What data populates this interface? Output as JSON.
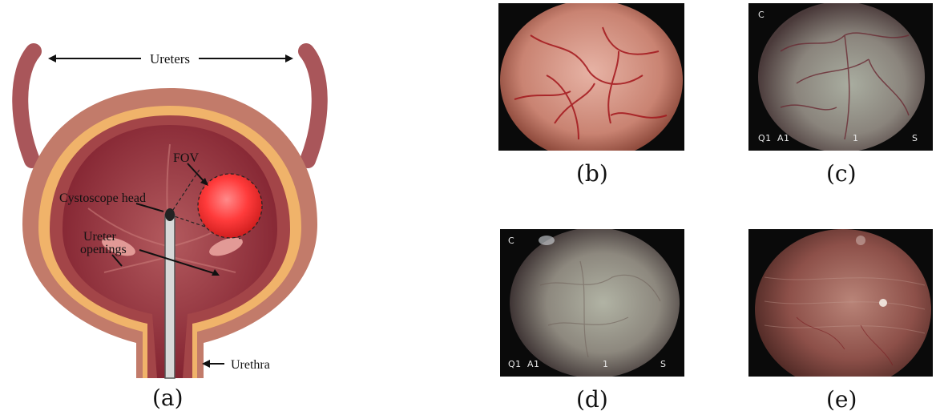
{
  "diagram": {
    "labels": {
      "ureters": "Ureters",
      "fov": "FOV",
      "cystoscope_head": "Cystoscope head",
      "ureter_openings_line1": "Ureter",
      "ureter_openings_line2": "openings",
      "urethra": "Urethra"
    },
    "colors": {
      "bladder_outer": "#c27b6a",
      "bladder_wall": "#f0b36a",
      "bladder_inner": "#8d2633",
      "fov": "#ff3b3b"
    }
  },
  "captions": {
    "a": "(a)",
    "b": "(b)",
    "c": "(c)",
    "d": "(d)",
    "e": "(e)"
  },
  "images": {
    "c": {
      "top_left": "C",
      "bottom": [
        "Q1",
        "A1",
        "1",
        "S"
      ]
    },
    "d": {
      "top_left": "C",
      "bottom": [
        "Q1",
        "A1",
        "1",
        "S"
      ]
    }
  }
}
